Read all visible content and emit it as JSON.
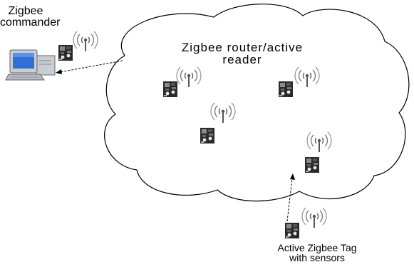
{
  "labels": {
    "commander": [
      "Zigbee",
      "commander"
    ],
    "router": [
      "Zigbee router/active",
      "reader"
    ],
    "tag": [
      "Active Zigbee Tag",
      "with sensors"
    ]
  },
  "colors": {
    "outline": "#000000",
    "monitor_body": "#c9cdd4",
    "screen": "#2f6fd6",
    "board": "#2a2a2a",
    "antenna": "#555555"
  },
  "icons": [
    "computer-icon",
    "sensor-node-icon",
    "wireless-signal-icon"
  ]
}
